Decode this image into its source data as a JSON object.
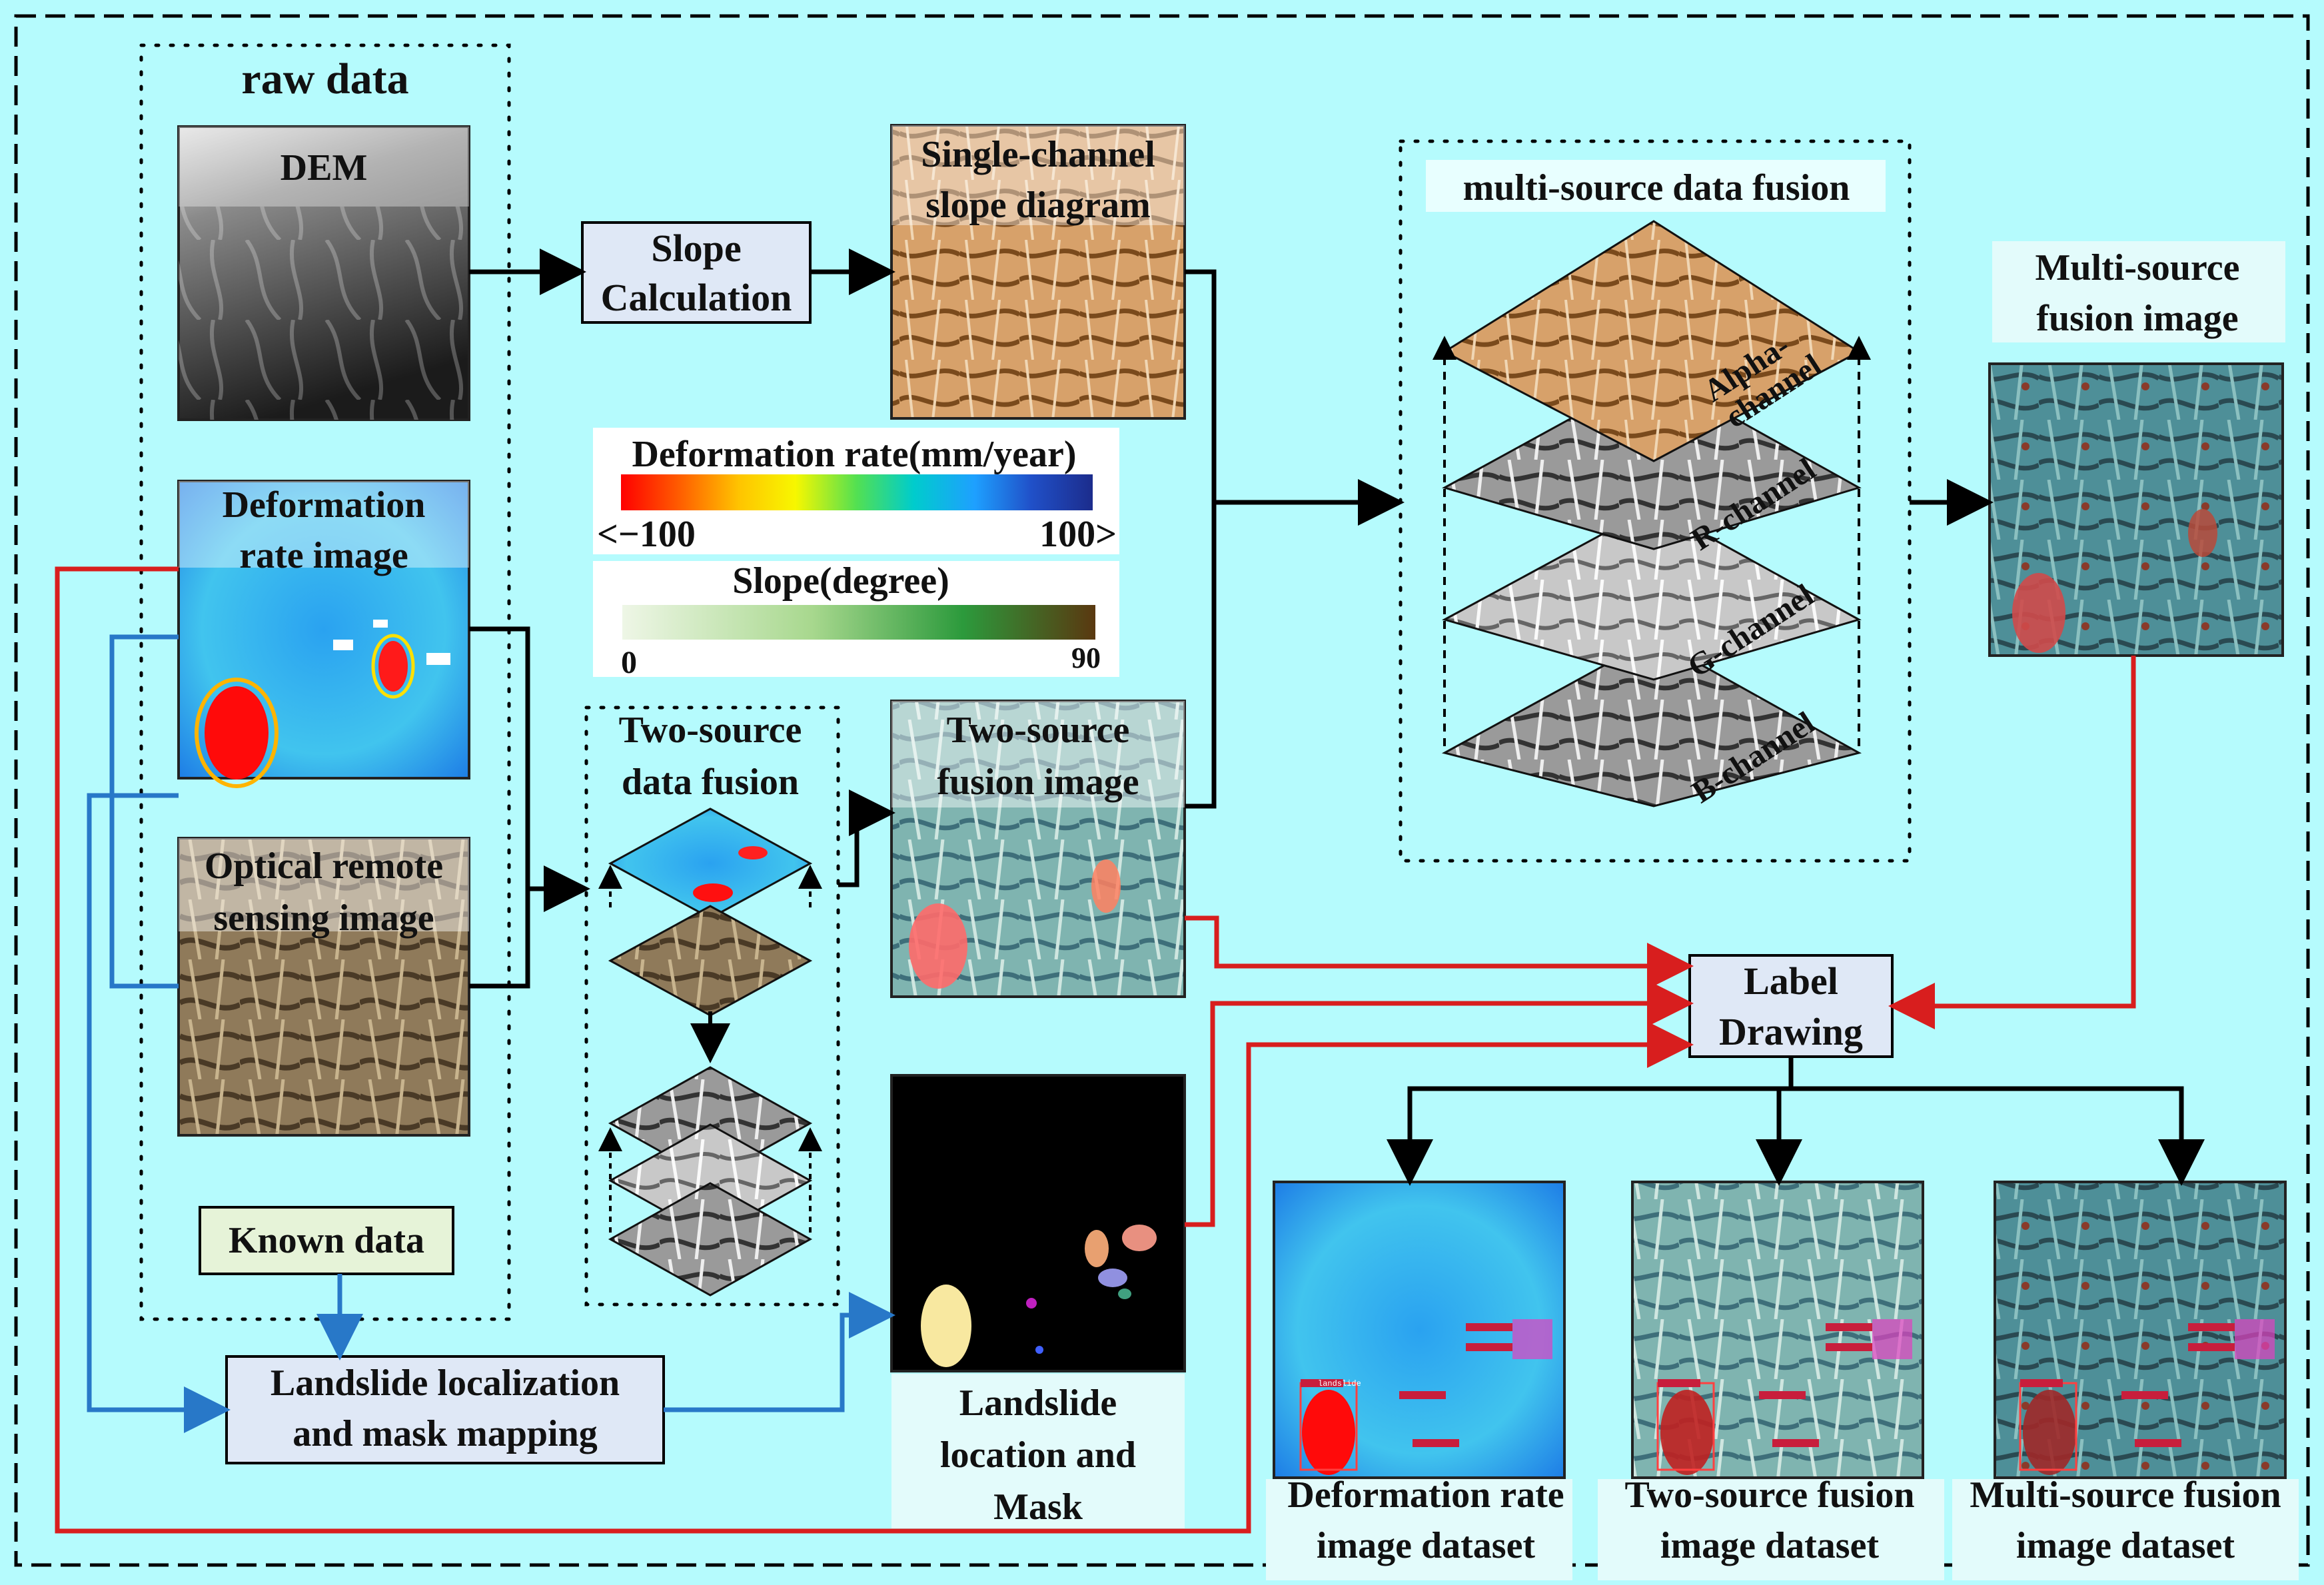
{
  "raw_data": {
    "title": "raw data",
    "dem": "DEM",
    "deformation": [
      "Deformation",
      "rate image"
    ],
    "optical": [
      "Optical remote",
      "sensing image"
    ],
    "known": "Known data"
  },
  "slope_calc": [
    "Slope",
    "Calculation"
  ],
  "single_channel": [
    "Single-channel",
    "slope diagram"
  ],
  "legend": {
    "deformation_title": "Deformation rate(mm/year)",
    "deformation_min": "<−100",
    "deformation_max": "100>",
    "slope_title": "Slope(degree)",
    "slope_min": "0",
    "slope_max": "90"
  },
  "two_source": {
    "title": [
      "Two-source",
      "data fusion"
    ],
    "image": [
      "Two-source",
      "fusion image"
    ]
  },
  "multi_source": {
    "title": "multi-source data fusion",
    "channels": [
      "Alpha-",
      "channel",
      "R-channel",
      "G-channel",
      "B-channel"
    ],
    "image": [
      "Multi-source",
      "fusion image"
    ]
  },
  "landslide_loc": [
    "Landslide localization",
    "and mask mapping"
  ],
  "mask": [
    "Landslide",
    "location and",
    "Mask"
  ],
  "label_drawing": [
    "Label",
    "Drawing"
  ],
  "datasets": [
    [
      "Deformation rate",
      "image dataset"
    ],
    [
      "Two-source fusion",
      "image dataset"
    ],
    [
      "Multi-source fusion",
      "image dataset"
    ]
  ],
  "box_tag": "landslide",
  "colors": {
    "background": "#b5fbfd",
    "red_arrow": "#d81e1e",
    "blue_arrow": "#2878c8",
    "box_fill": "#dfe8f6",
    "known_fill": "#e6f3d8"
  }
}
